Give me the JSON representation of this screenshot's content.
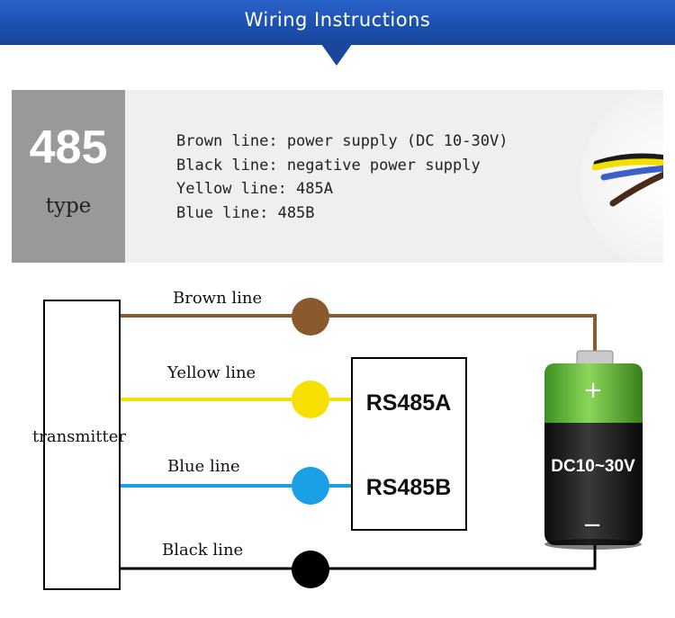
{
  "header": {
    "title": "Wiring Instructions",
    "accent_color": "#1b4fae"
  },
  "type_panel": {
    "number": "485",
    "word": "type",
    "lines": [
      "Brown line: power supply (DC 10-30V)",
      "Black line: negative power supply",
      "Yellow line: 485A",
      "Blue line: 485B"
    ]
  },
  "diagram": {
    "transmitter_label": "transmitter",
    "wires": [
      {
        "label": "Brown line",
        "color": "#8a5a2e"
      },
      {
        "label": "Yellow line",
        "color": "#f6e000"
      },
      {
        "label": "Blue line",
        "color": "#1aa0e6"
      },
      {
        "label": "Black line",
        "color": "#000000"
      }
    ],
    "module": {
      "rs485a": "RS485A",
      "rs485b": "RS485B"
    },
    "battery": {
      "plus": "+",
      "minus": "−",
      "voltage": "DC10~30V"
    }
  }
}
